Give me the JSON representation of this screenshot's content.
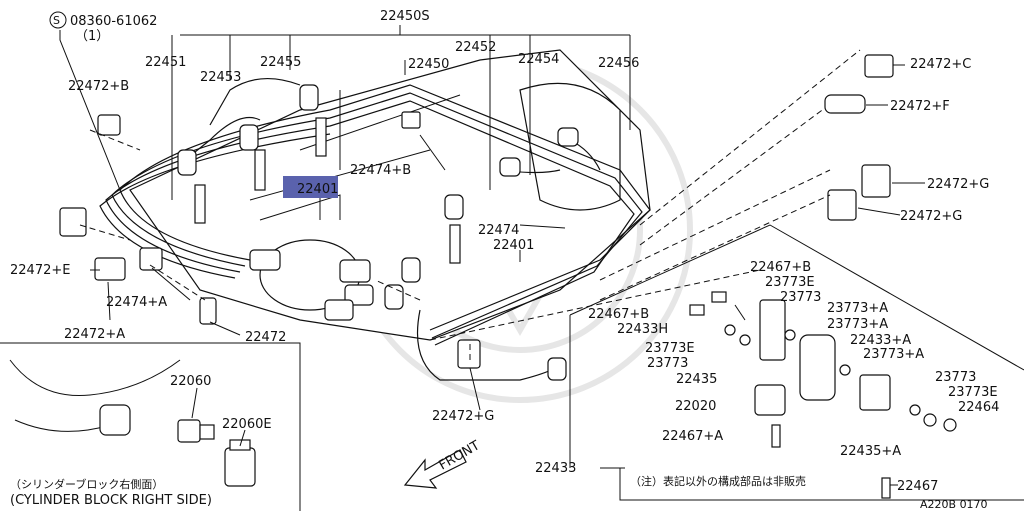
{
  "diagram": {
    "title_label": "22450S",
    "screw_part": "08360-61062",
    "screw_qty": "（1）",
    "highlighted_part": "22401",
    "diagram_code": "A220B 0170",
    "front_label": "FRONT",
    "note_text": "（注）表記以外の構成部品は非販売",
    "inset_caption_jp": "（シリンダーブロック右側面）",
    "inset_caption_en": "(CYLINDER BLOCK RIGHT SIDE)",
    "labels": [
      "22451",
      "22453",
      "22455",
      "22450",
      "22452",
      "22454",
      "22456",
      "22472+B",
      "22474+B",
      "22474",
      "22401",
      "22472+C",
      "22472+F",
      "22472+G",
      "22472+G",
      "22472+E",
      "22474+A",
      "22472+A",
      "22472",
      "22467+B",
      "23773E",
      "23773",
      "22467+B",
      "22433H",
      "23773+A",
      "23773+A",
      "23773E",
      "22433+A",
      "23773+A",
      "23773",
      "22435",
      "22020",
      "22467+A",
      "23773",
      "23773E",
      "22464",
      "22435+A",
      "22433",
      "22467",
      "22060",
      "22060E",
      "22472+G"
    ]
  }
}
